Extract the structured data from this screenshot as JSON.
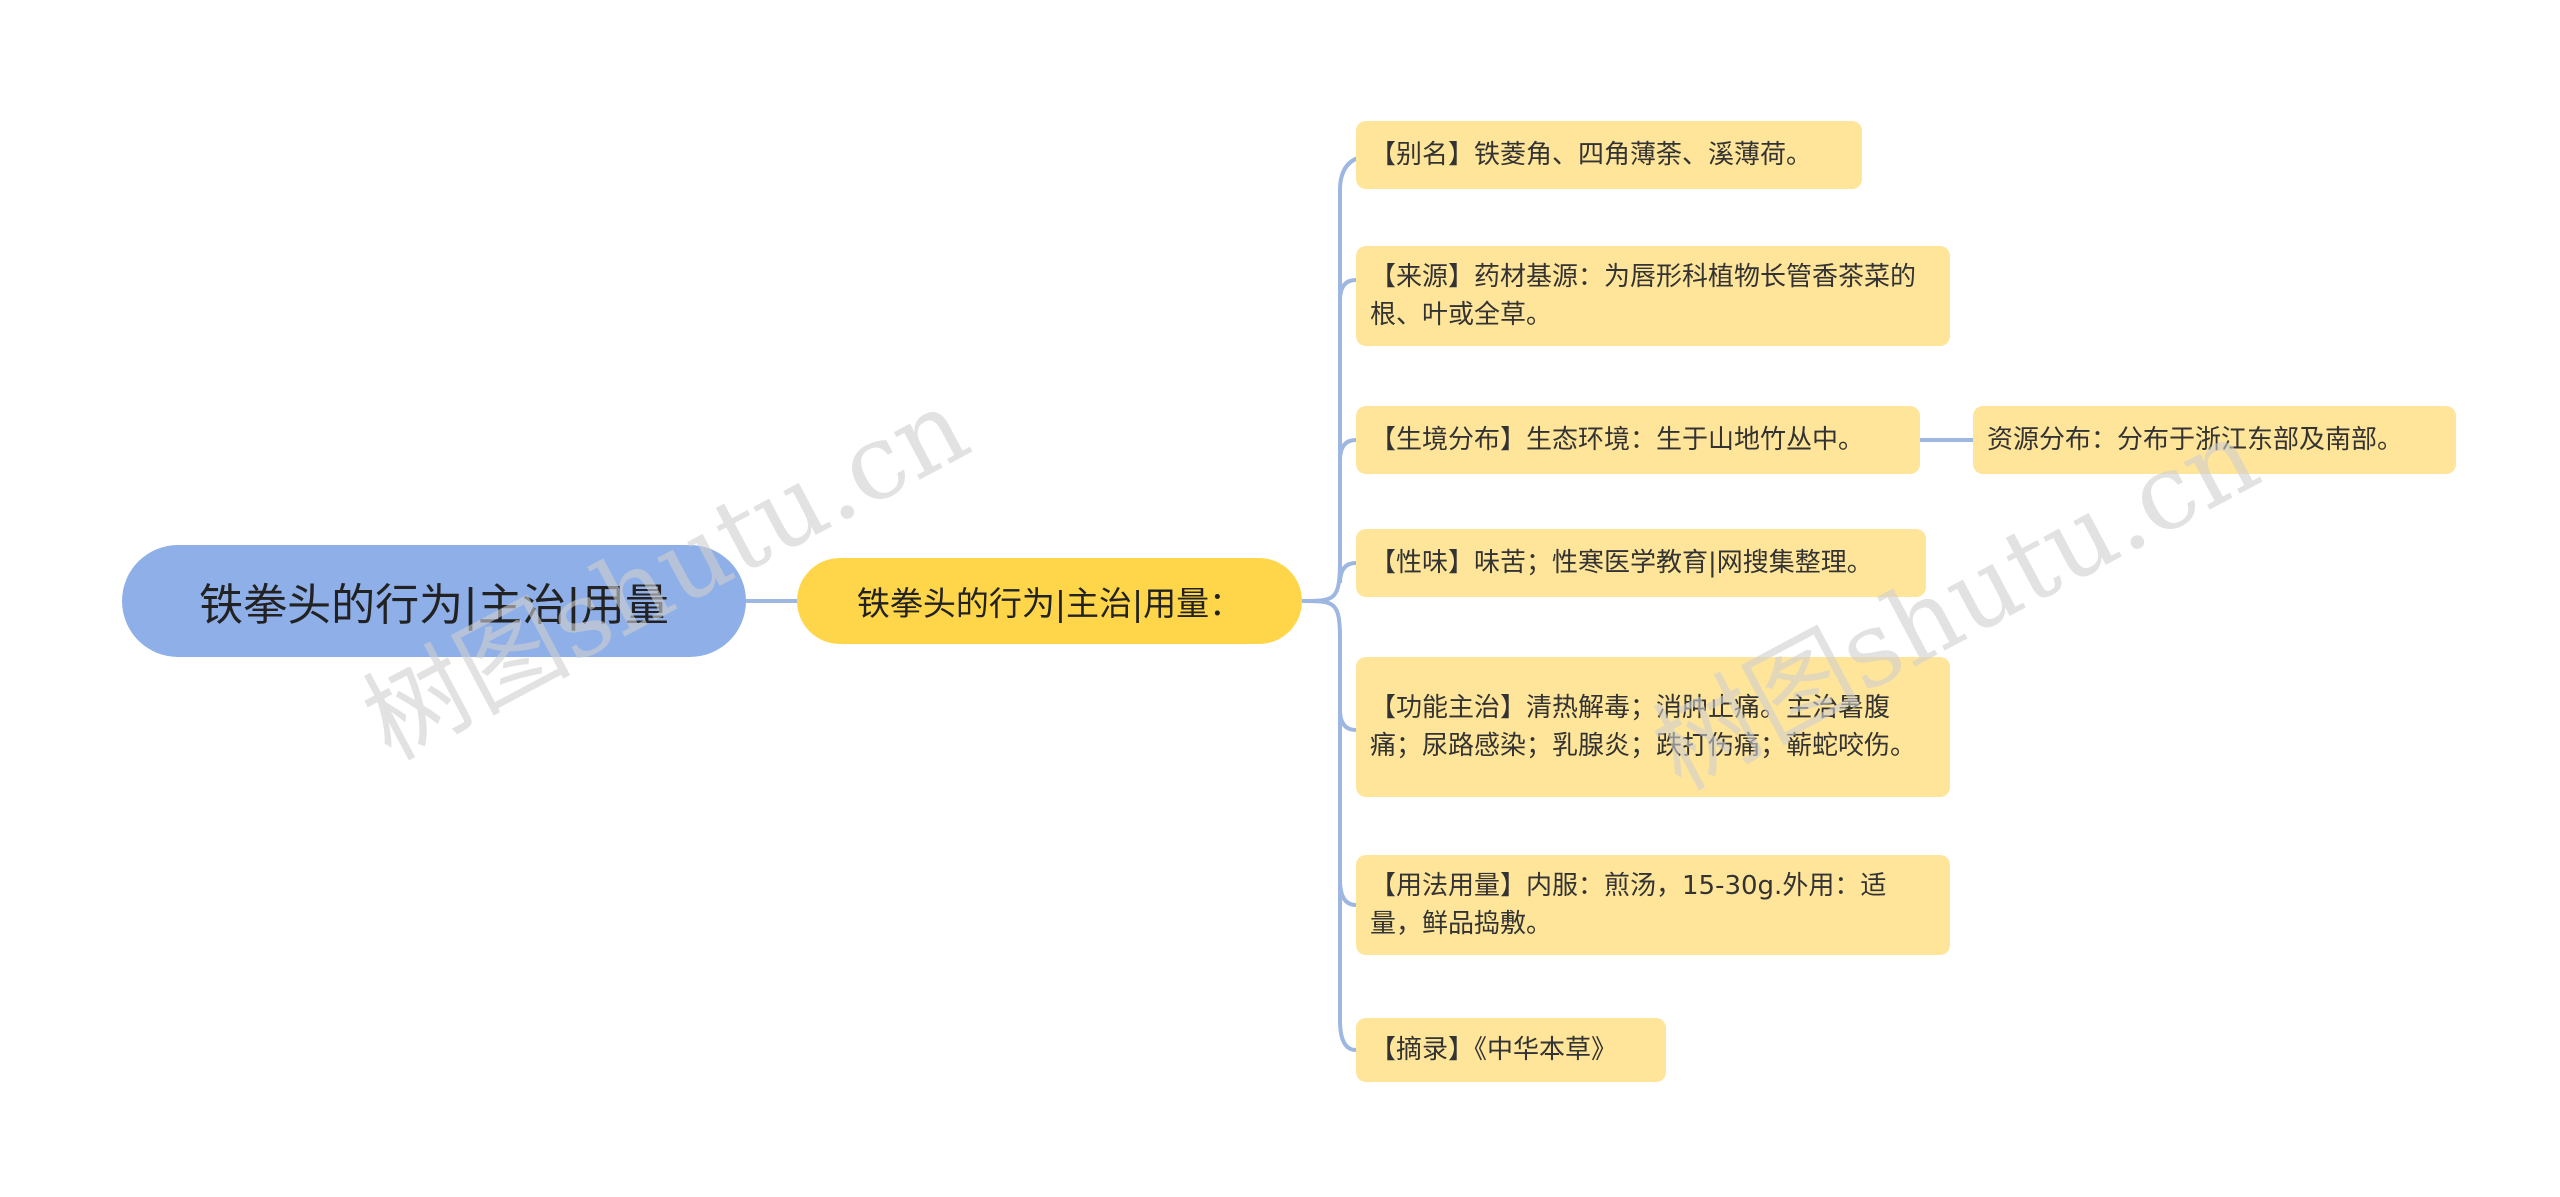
{
  "root": {
    "label": "铁拳头的行为|主治|用量"
  },
  "center": {
    "label": "铁拳头的行为|主治|用量："
  },
  "leaves": [
    {
      "label": "【别名】铁菱角、四角薄荼、溪薄荷。"
    },
    {
      "label": "【来源】药材基源：为唇形科植物长管香茶菜的根、叶或全草。"
    },
    {
      "label": "【生境分布】生态环境：生于山地竹丛中。"
    },
    {
      "label": "【性味】味苦；性寒医学教育|网搜集整理。"
    },
    {
      "label": "【功能主治】清热解毒；消肿止痛。主治暑腹痛；尿路感染；乳腺炎；跌打伤痛；蕲蛇咬伤。"
    },
    {
      "label": "【用法用量】内服：煎汤，15-30g.外用：适量，鲜品捣敷。"
    },
    {
      "label": "【摘录】《中华本草》"
    }
  ],
  "sub": {
    "label": "资源分布：分布于浙江东部及南部。"
  },
  "watermarks": [
    "树图shutu.cn",
    "树图shutu.cn"
  ],
  "colors": {
    "root": "#8FAFE8",
    "center": "#FFD54A",
    "leaf": "#FFE59A",
    "line": "#9DB7E0"
  }
}
